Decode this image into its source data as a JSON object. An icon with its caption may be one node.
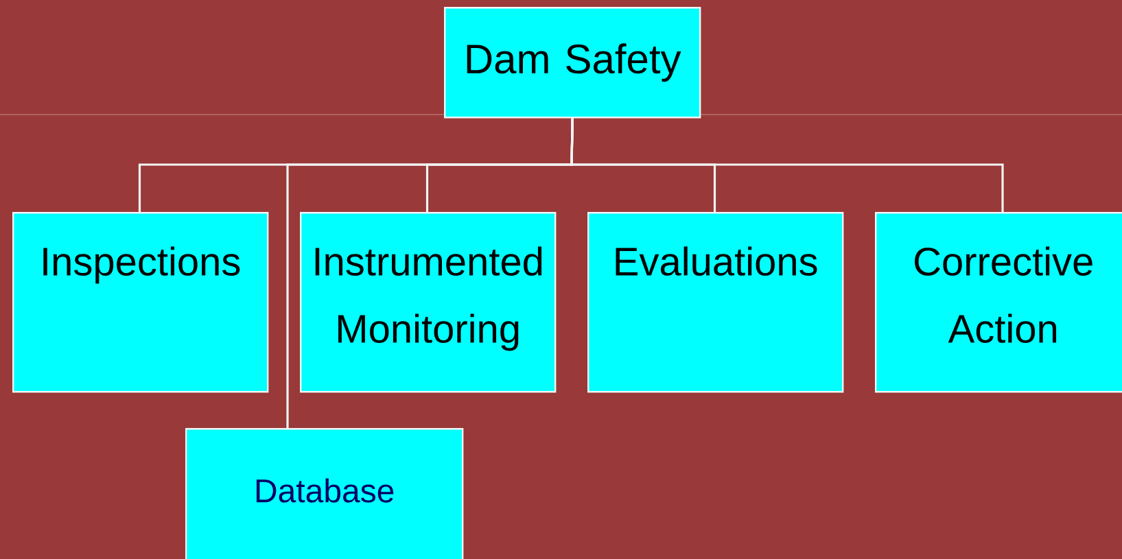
{
  "diagram": {
    "nodes": [
      {
        "text": [
          "Dam Safety"
        ]
      },
      {
        "text": [
          "Inspections"
        ]
      },
      {
        "text": [
          "Instrumented Monitoring"
        ]
      },
      {
        "text": [
          "Evaluations"
        ]
      },
      {
        "text": [
          "Corrective Action"
        ]
      },
      {
        "text": [
          "Database"
        ]
      }
    ],
    "edges": [
      {
        "from": 0,
        "to": 1,
        "arrow": "none"
      },
      {
        "from": 0,
        "to": 5,
        "arrow": "none"
      },
      {
        "from": 0,
        "to": 2,
        "arrow": "none"
      },
      {
        "from": 0,
        "to": 3,
        "arrow": "none"
      },
      {
        "from": 0,
        "to": 4,
        "arrow": "none"
      }
    ]
  }
}
